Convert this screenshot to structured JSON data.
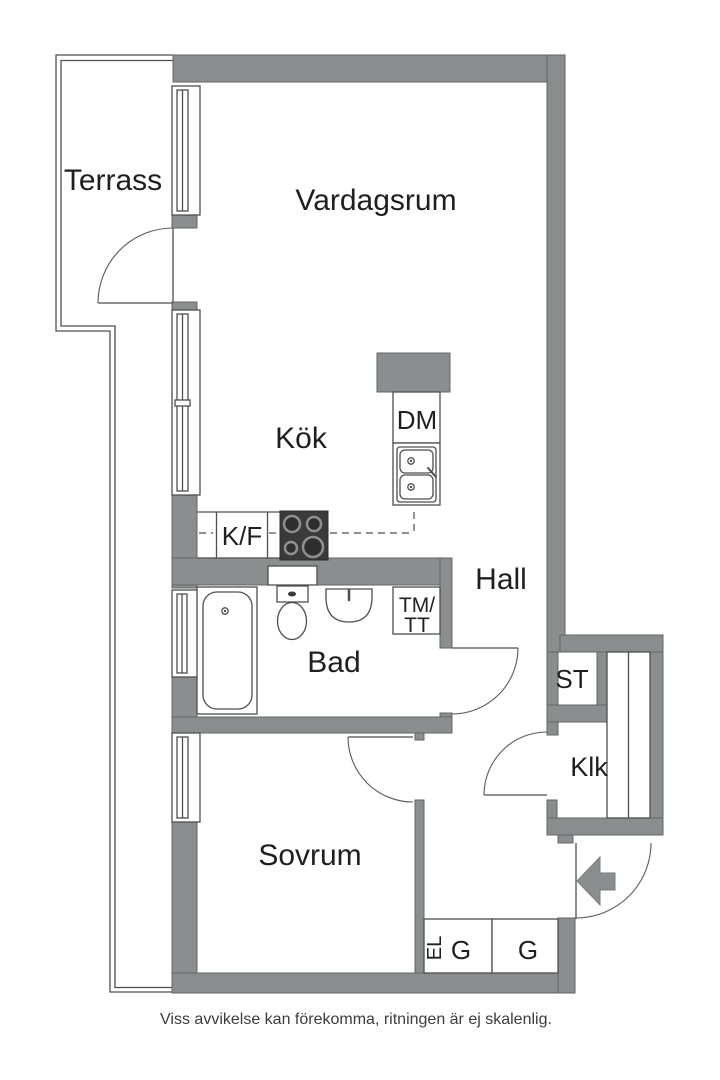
{
  "floorplan": {
    "rooms": {
      "terrace": "Terrass",
      "living_room": "Vardagsrum",
      "kitchen": "Kök",
      "hall": "Hall",
      "bathroom": "Bad",
      "bedroom": "Sovrum",
      "walk_in_closet": "Klk",
      "storage": "ST"
    },
    "fixtures": {
      "dishwasher": "DM",
      "fridge_freezer": "K/F",
      "washer_line1": "TM/",
      "washer_line2": "TT",
      "wardrobe_1": "G",
      "wardrobe_2": "G",
      "electrical": "EL"
    },
    "footer": {
      "disclaimer": "Viss avvikelse kan förekomma, ritningen är ej skalenlig."
    },
    "colors": {
      "wall": "#8B8E8E",
      "line": "#4F4F4F",
      "text": "#1F1F1F",
      "background": "#FFFFFF",
      "stove": "#3A3A3A",
      "footer_text": "#3C3C3C"
    }
  }
}
